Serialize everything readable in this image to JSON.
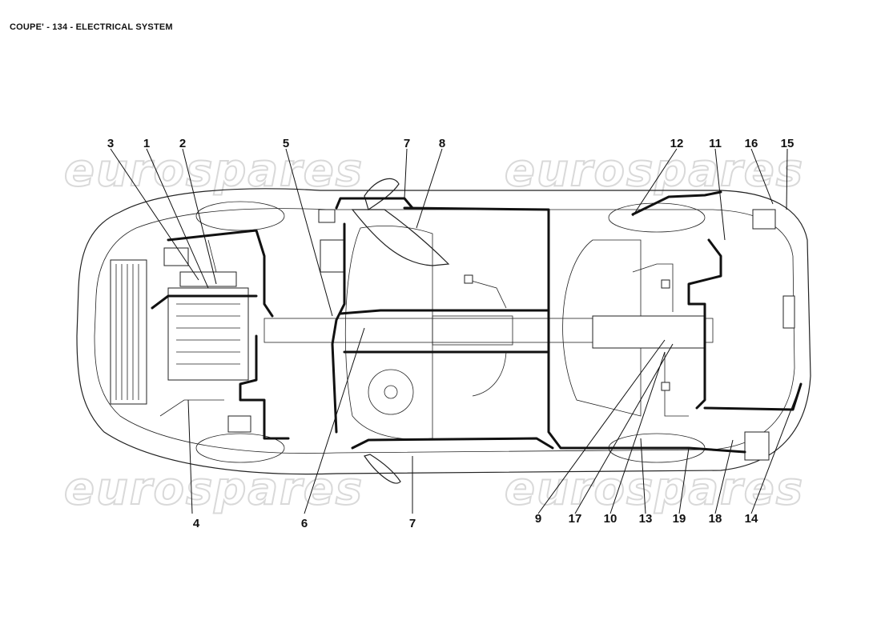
{
  "header": {
    "title": "COUPE' - 134 - ELECTRICAL SYSTEM"
  },
  "watermark": {
    "text": "eurospares"
  },
  "callouts": {
    "c1": "1",
    "c2": "2",
    "c3": "3",
    "c4": "4",
    "c5": "5",
    "c6": "6",
    "c7_top": "7",
    "c7_bottom": "7",
    "c8": "8",
    "c9": "9",
    "c10": "10",
    "c11": "11",
    "c12": "12",
    "c13": "13",
    "c14": "14",
    "c15": "15",
    "c16": "16",
    "c17": "17",
    "c18": "18",
    "c19": "19"
  }
}
